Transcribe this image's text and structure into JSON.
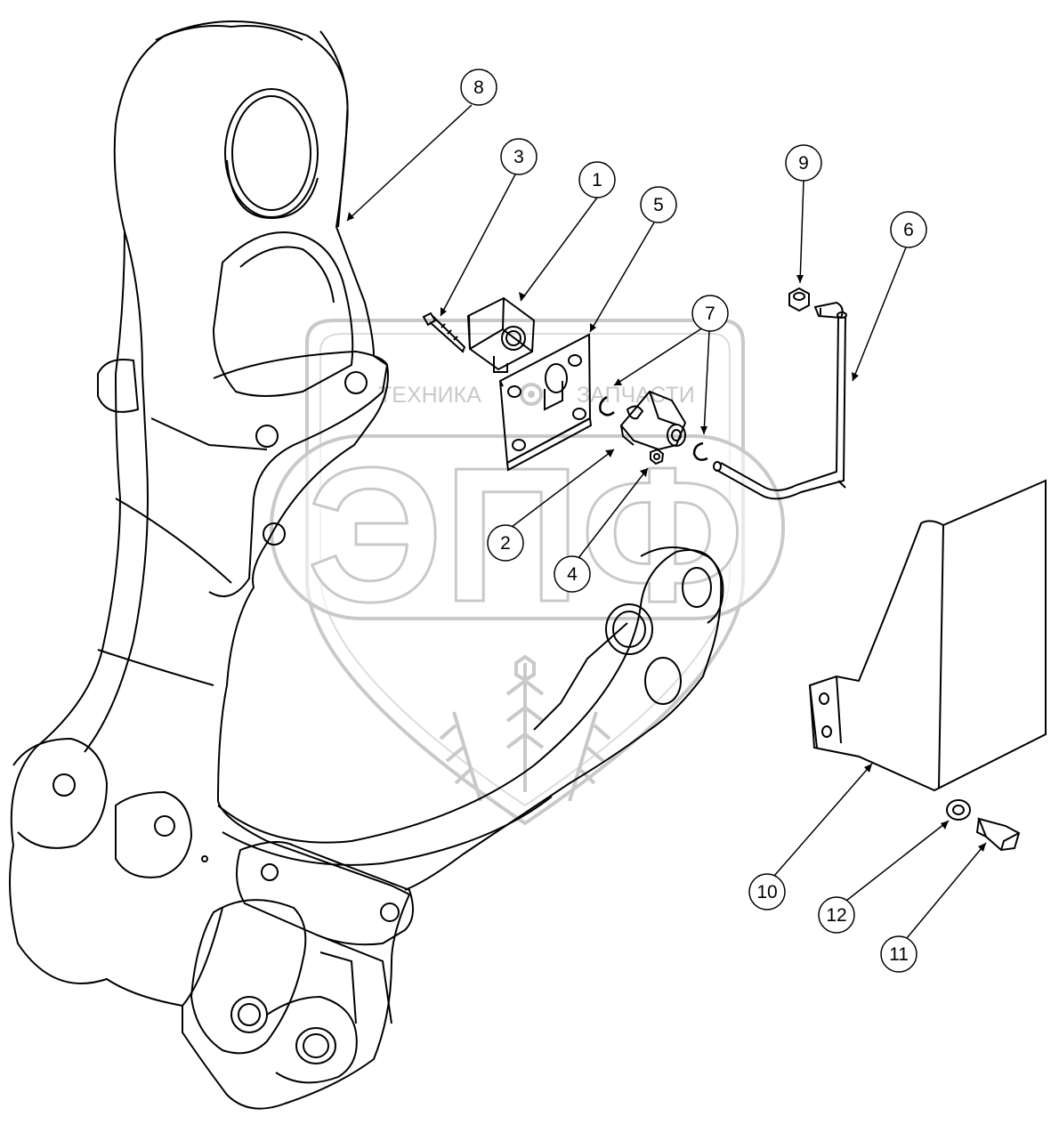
{
  "watermark": {
    "left_text": "ТЕХНИКА",
    "right_text": "ЗАПЧАСТИ",
    "logo_text": "ЭПФ",
    "color": "#c9c9c9"
  },
  "callouts": [
    {
      "id": "1",
      "label": "1"
    },
    {
      "id": "2",
      "label": "2"
    },
    {
      "id": "3",
      "label": "3"
    },
    {
      "id": "4",
      "label": "4"
    },
    {
      "id": "5",
      "label": "5"
    },
    {
      "id": "6",
      "label": "6"
    },
    {
      "id": "7",
      "label": "7"
    },
    {
      "id": "8",
      "label": "8"
    },
    {
      "id": "9",
      "label": "9"
    },
    {
      "id": "10",
      "label": "10"
    },
    {
      "id": "11",
      "label": "11"
    },
    {
      "id": "12",
      "label": "12"
    }
  ],
  "colors": {
    "line": "#000000",
    "background": "#ffffff"
  }
}
